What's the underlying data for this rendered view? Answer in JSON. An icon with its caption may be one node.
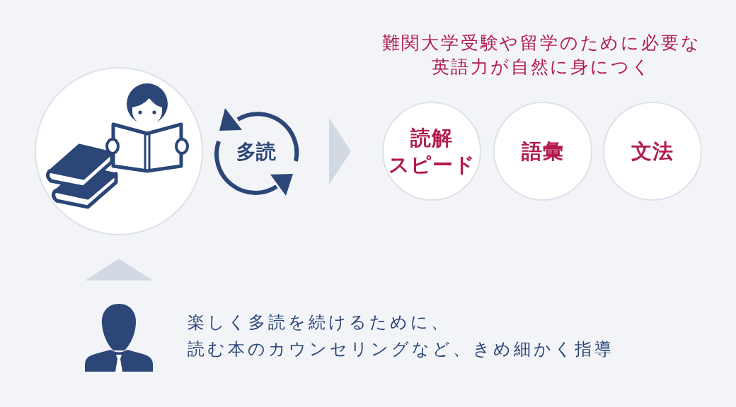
{
  "diagram": {
    "nodes": [
      {
        "text": [],
        "shape": "picture"
      },
      {
        "text": [
          "多読"
        ]
      },
      {
        "text": [
          "読解スピード"
        ]
      },
      {
        "text": [
          "語彙"
        ]
      },
      {
        "text": [
          "文法"
        ]
      },
      {
        "text": [],
        "shape": "person",
        "beside": [
          "楽しく多読を続けるために、読む本のカウンセリングなど、きめ細かく指導"
        ]
      }
    ],
    "edges": [
      {
        "from": 1,
        "to": 2,
        "arrow": "to"
      },
      {
        "from": 5,
        "to": 0,
        "arrow": "to"
      }
    ],
    "labels": [
      "難関大学受験や留学のために必要な英語力が自然に身につく"
    ]
  }
}
